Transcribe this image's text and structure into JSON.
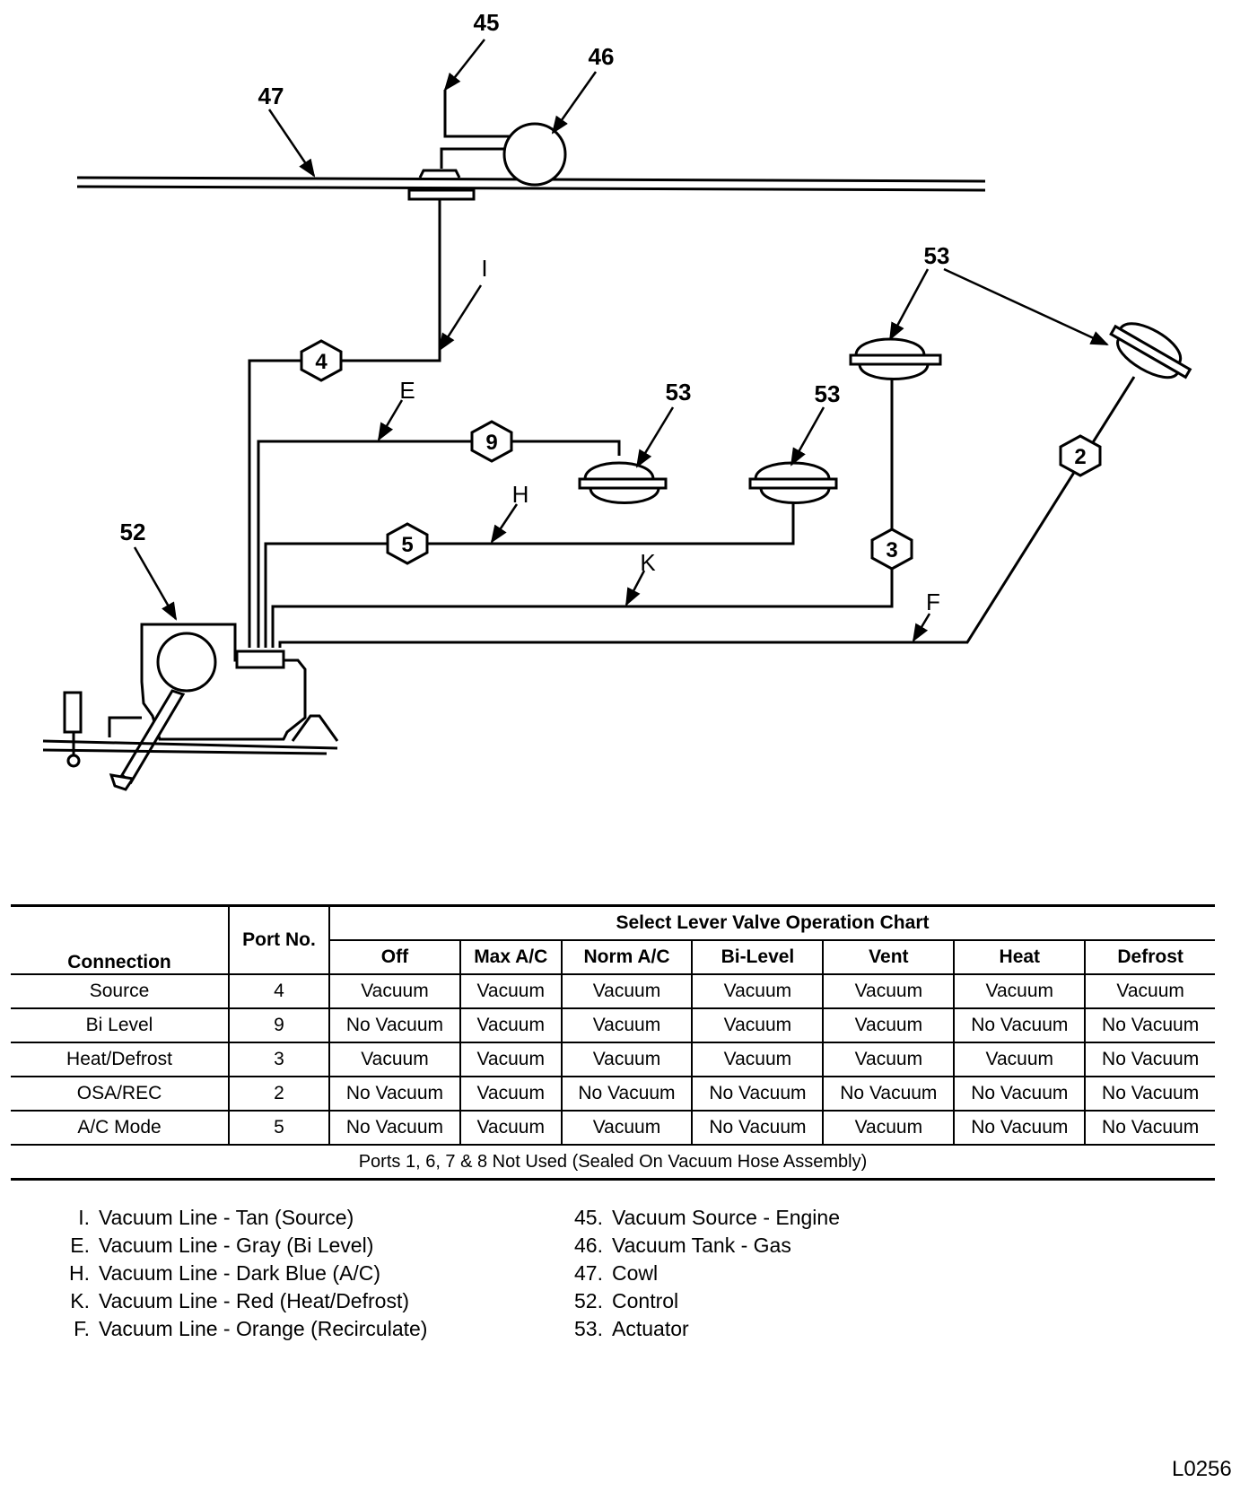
{
  "callouts": {
    "c45": "45",
    "c46": "46",
    "c47": "47",
    "c52": "52",
    "c53a": "53",
    "c53b": "53",
    "c53c": "53"
  },
  "line_letters": {
    "I": "I",
    "E": "E",
    "H": "H",
    "K": "K",
    "F": "F"
  },
  "port_markers": {
    "p4": "4",
    "p9": "9",
    "p5": "5",
    "p3": "3",
    "p2": "2"
  },
  "chart": {
    "title": "Select Lever Valve Operation Chart",
    "connection_header": "Connection",
    "port_header": "Port No.",
    "modes": [
      "Off",
      "Max A/C",
      "Norm A/C",
      "Bi-Level",
      "Vent",
      "Heat",
      "Defrost"
    ],
    "rows": [
      {
        "connection": "Source",
        "port": "4",
        "values": [
          "Vacuum",
          "Vacuum",
          "Vacuum",
          "Vacuum",
          "Vacuum",
          "Vacuum",
          "Vacuum"
        ]
      },
      {
        "connection": "Bi Level",
        "port": "9",
        "values": [
          "No Vacuum",
          "Vacuum",
          "Vacuum",
          "Vacuum",
          "Vacuum",
          "No Vacuum",
          "No Vacuum"
        ]
      },
      {
        "connection": "Heat/Defrost",
        "port": "3",
        "values": [
          "Vacuum",
          "Vacuum",
          "Vacuum",
          "Vacuum",
          "Vacuum",
          "Vacuum",
          "No Vacuum"
        ]
      },
      {
        "connection": "OSA/REC",
        "port": "2",
        "values": [
          "No Vacuum",
          "Vacuum",
          "No Vacuum",
          "No Vacuum",
          "No Vacuum",
          "No Vacuum",
          "No Vacuum"
        ]
      },
      {
        "connection": "A/C Mode",
        "port": "5",
        "values": [
          "No Vacuum",
          "Vacuum",
          "Vacuum",
          "No Vacuum",
          "Vacuum",
          "No Vacuum",
          "No Vacuum"
        ]
      }
    ],
    "note": "Ports 1, 6, 7 & 8 Not Used (Sealed On Vacuum Hose Assembly)"
  },
  "legend_left": [
    {
      "key": "I.",
      "text": "Vacuum Line - Tan (Source)"
    },
    {
      "key": "E.",
      "text": "Vacuum Line - Gray (Bi Level)"
    },
    {
      "key": "H.",
      "text": "Vacuum Line - Dark Blue (A/C)"
    },
    {
      "key": "K.",
      "text": "Vacuum Line - Red (Heat/Defrost)"
    },
    {
      "key": "F.",
      "text": "Vacuum Line - Orange (Recirculate)"
    }
  ],
  "legend_right": [
    {
      "key": "45.",
      "text": "Vacuum Source - Engine"
    },
    {
      "key": "46.",
      "text": "Vacuum Tank - Gas"
    },
    {
      "key": "47.",
      "text": "Cowl"
    },
    {
      "key": "52.",
      "text": "Control"
    },
    {
      "key": "53.",
      "text": "Actuator"
    }
  ],
  "figure_code": "L0256"
}
